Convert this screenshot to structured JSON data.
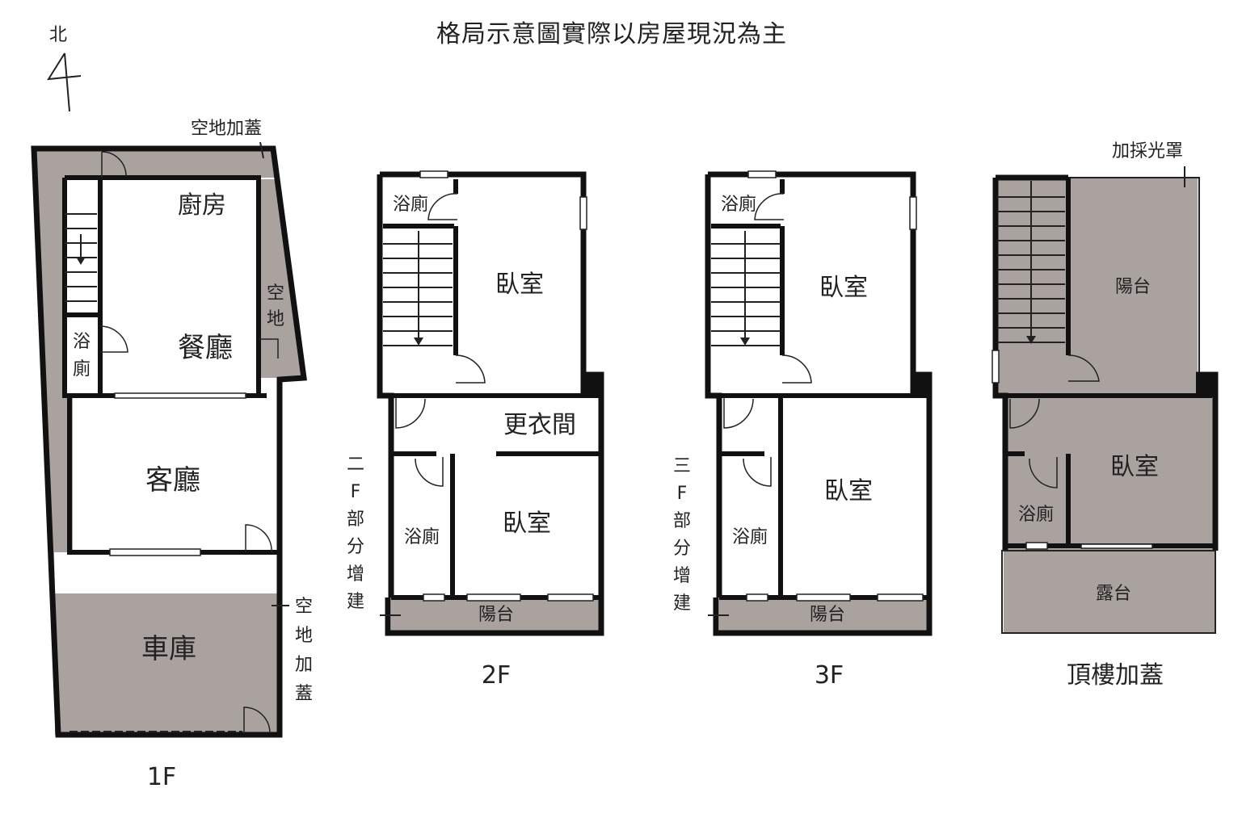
{
  "title": "格局示意圖實際以房屋現況為主",
  "north_label": "北",
  "floors": {
    "f1": {
      "name": "1F",
      "rooms": {
        "kitchen": "廚房",
        "dining": "餐廳",
        "living": "客廳",
        "garage": "車庫",
        "bath_a": "浴",
        "bath_b": "廁",
        "open_a": "空",
        "open_b": "地"
      },
      "notes": {
        "top_addition": "空地加蓋",
        "side_addition": [
          "空",
          "地",
          "加",
          "蓋"
        ]
      }
    },
    "f2": {
      "name": "2F",
      "rooms": {
        "bath_top": "浴廁",
        "bedroom_top": "臥室",
        "closet": "更衣間",
        "bath_bottom": "浴廁",
        "bedroom_bottom": "臥室",
        "balcony": "陽台"
      },
      "notes": {
        "partial_addition": [
          "二",
          "F",
          "部",
          "分",
          "增",
          "建"
        ]
      }
    },
    "f3": {
      "name": "3F",
      "rooms": {
        "bath_top": "浴廁",
        "bedroom_top": "臥室",
        "bedroom_bottom": "臥室",
        "bath_bottom": "浴廁",
        "balcony": "陽台"
      },
      "notes": {
        "partial_addition": [
          "三",
          "F",
          "部",
          "分",
          "增",
          "建"
        ]
      }
    },
    "roof": {
      "name": "頂樓加蓋",
      "rooms": {
        "balcony": "陽台",
        "bedroom": "臥室",
        "bath": "浴廁",
        "terrace": "露台"
      },
      "notes": {
        "skylight": "加採光罩"
      }
    }
  },
  "colors": {
    "wall": "#111111",
    "addition_fill": "#aaa29e",
    "background": "#ffffff"
  }
}
